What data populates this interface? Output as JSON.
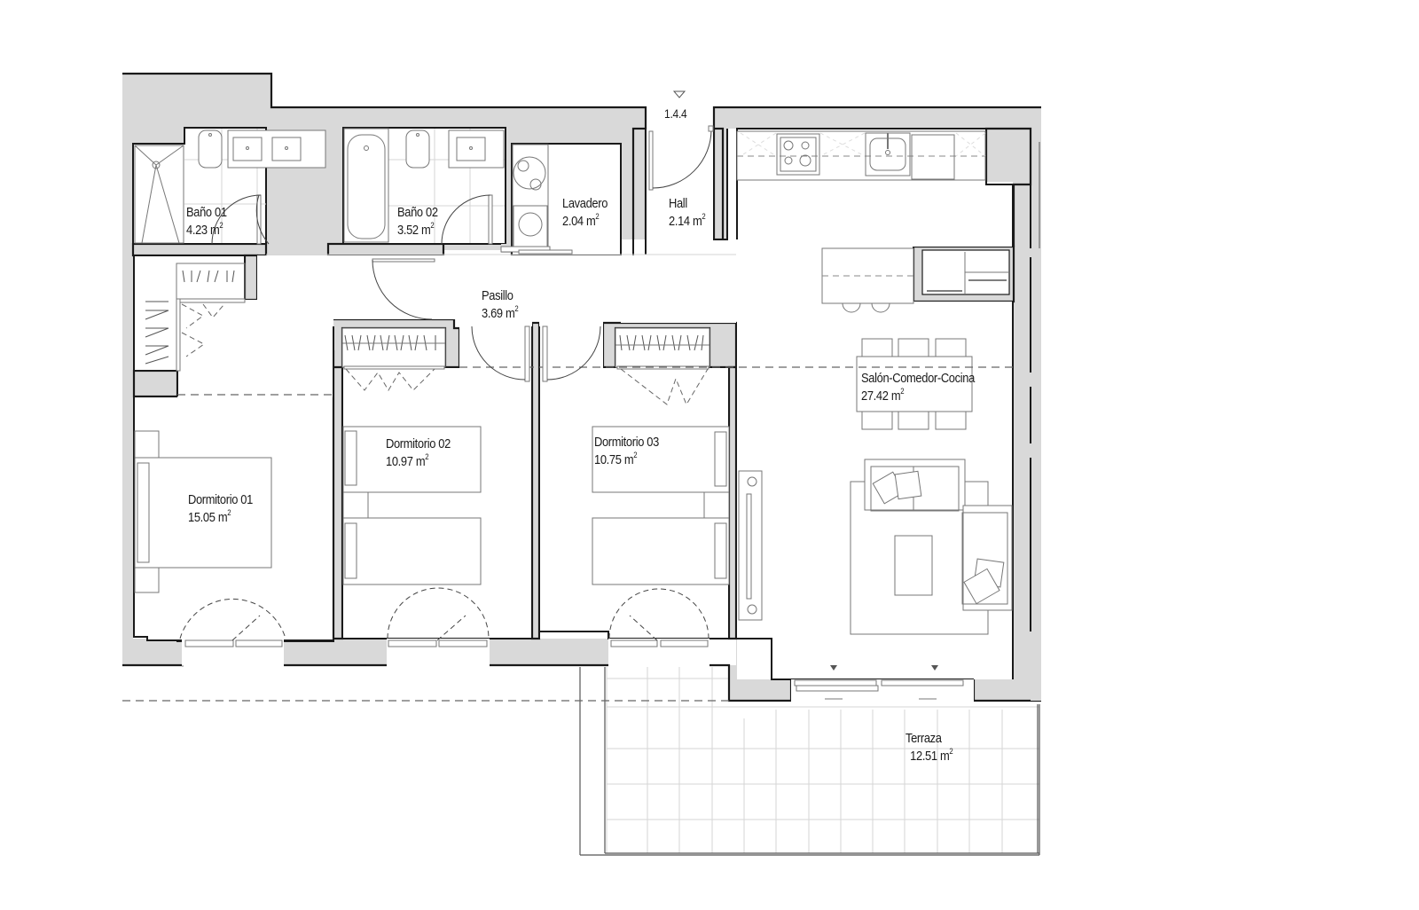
{
  "plan": {
    "entrance_level": "1.4.4",
    "area_unit": "m",
    "area_unit_exp": "2",
    "colors": {
      "wall_fill": "#d9d9d9",
      "wall_line": "#1a1a1a",
      "furniture_line": "#777777",
      "tile_line": "#d6d6d6",
      "background": "#ffffff"
    },
    "rooms": [
      {
        "id": "bano-01",
        "name": "Baño 01",
        "area": "4.23"
      },
      {
        "id": "bano-02",
        "name": "Baño 02",
        "area": "3.52"
      },
      {
        "id": "lavadero",
        "name": "Lavadero",
        "area": "2.04"
      },
      {
        "id": "hall",
        "name": "Hall",
        "area": "2.14"
      },
      {
        "id": "pasillo",
        "name": "Pasillo",
        "area": "3.69"
      },
      {
        "id": "dormitorio-01",
        "name": "Dormitorio 01",
        "area": "15.05"
      },
      {
        "id": "dormitorio-02",
        "name": "Dormitorio 02",
        "area": "10.97"
      },
      {
        "id": "dormitorio-03",
        "name": "Dormitorio 03",
        "area": "10.75"
      },
      {
        "id": "salon-comedor-cocina",
        "name": "Salón-Comedor-Cocina",
        "area": "27.42"
      },
      {
        "id": "terraza",
        "name": "Terraza",
        "area": "12.51"
      }
    ],
    "fixtures": [
      "shower-tray",
      "toilet",
      "double-sink",
      "bathtub",
      "sink",
      "washing-machine",
      "dryer",
      "water-heater",
      "cooktop",
      "kitchen-sink",
      "dishwasher",
      "oven",
      "fridge",
      "kitchen-island",
      "bar-stools",
      "dining-table",
      "dining-chairs",
      "sofa",
      "armchair",
      "coffee-table",
      "rug",
      "tv-unit",
      "double-bed",
      "single-beds",
      "wardrobes",
      "sliding-door",
      "casement-windows"
    ]
  }
}
